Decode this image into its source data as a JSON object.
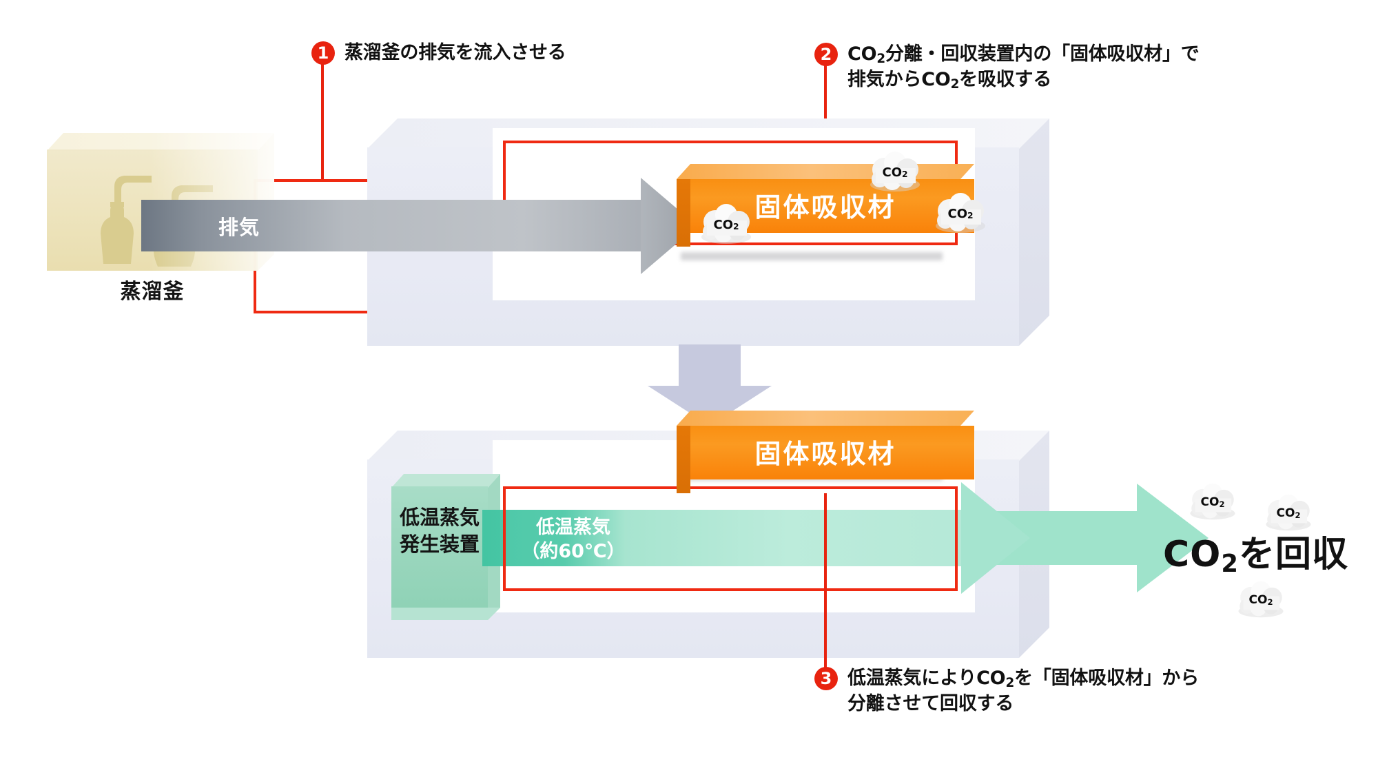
{
  "diagram": {
    "title_visible": false,
    "accent_red": "#ef2a12",
    "sorbent_orange": "#f98f12",
    "steam_green": "#9fe3cb",
    "exhaust_gray": "#a9aeb5",
    "arrow_lavender": "#c6c9de"
  },
  "callouts": [
    {
      "number": "1",
      "lines": [
        "蒸溜釜の排気を流入させる"
      ]
    },
    {
      "number": "2",
      "lines": [
        "CO₂分離・回収装置内の「固体吸収材」で",
        "排気からCO₂を吸収する"
      ],
      "line1_pre": "CO",
      "line1_sub": "2",
      "line1_post": "分離・回収装置内の「固体吸収材」で",
      "line2_pre": "排気から",
      "line2_mid": "CO",
      "line2_sub": "2",
      "line2_post": "を吸収する"
    },
    {
      "number": "3",
      "lines": [
        "低温蒸気によりCO₂を「固体吸収材」から",
        "分離させて回収する"
      ],
      "line1_pre": "低温蒸気により",
      "line1_mid": "CO",
      "line1_sub": "2",
      "line1_post": "を「固体吸収材」から",
      "line2": "分離させて回収する"
    }
  ],
  "still": {
    "caption": "蒸溜釜"
  },
  "exhaust": {
    "label": "排気"
  },
  "upper_unit": {
    "sorbent_label": "固体吸収材",
    "clouds": [
      {
        "text_pre": "CO",
        "text_sub": "2"
      },
      {
        "text_pre": "CO",
        "text_sub": "2"
      },
      {
        "text_pre": "CO",
        "text_sub": "2"
      }
    ]
  },
  "lower_unit": {
    "generator_label_line1": "低温蒸気",
    "generator_label_line2": "発生装置",
    "steam_label_line1": "低温蒸気",
    "steam_label_line2": "（約60℃）",
    "sorbent_label": "固体吸収材"
  },
  "recovery": {
    "text_pre": "CO",
    "text_sub": "2",
    "text_post": "を回収",
    "clouds": [
      {
        "text_pre": "CO",
        "text_sub": "2"
      },
      {
        "text_pre": "CO",
        "text_sub": "2"
      },
      {
        "text_pre": "CO",
        "text_sub": "2"
      }
    ]
  }
}
